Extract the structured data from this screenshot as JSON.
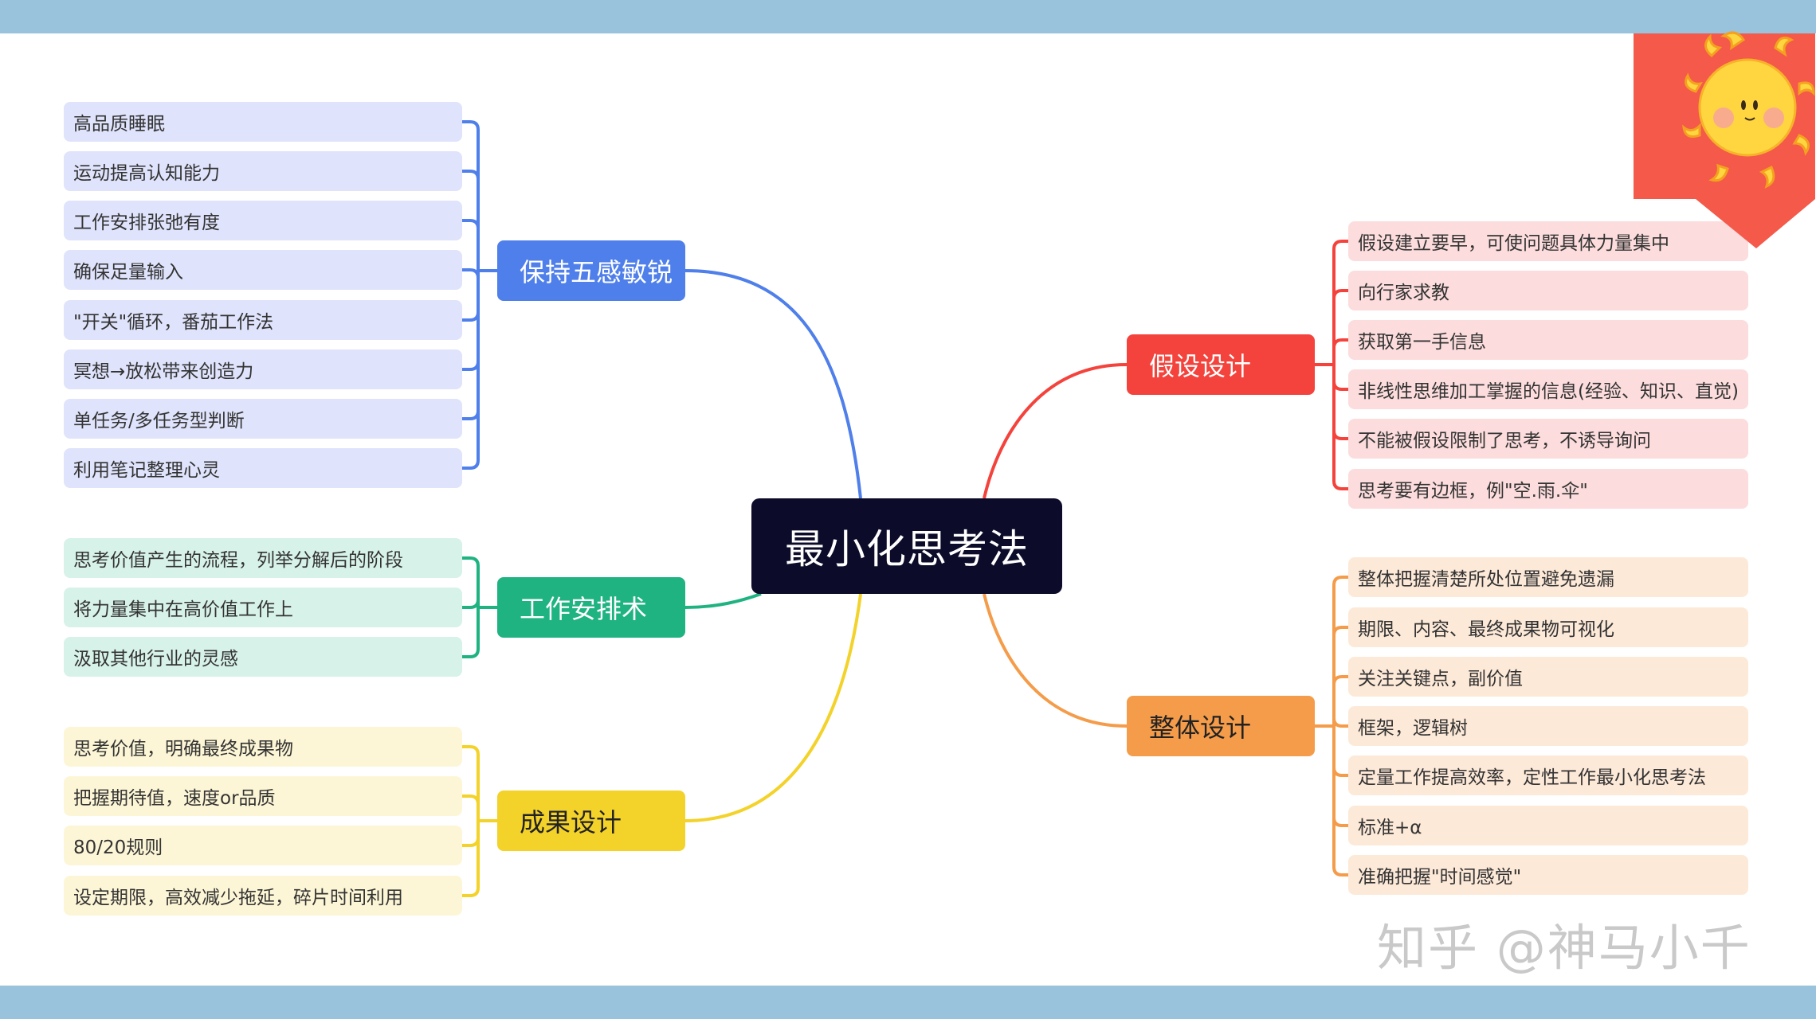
{
  "root": {
    "label": "最小化思考法"
  },
  "branches": [
    {
      "key": "senses",
      "label": "保持五感敏锐",
      "color": "#4f7fea",
      "leaf_bg": "#dfe3fb",
      "leaves": [
        "高品质睡眠",
        "运动提高认知能力",
        "工作安排张弛有度",
        "确保足量输入",
        "\"开关\"循环，番茄工作法",
        "冥想→放松带来创造力",
        "单任务/多任务型判断",
        "利用笔记整理心灵"
      ]
    },
    {
      "key": "work",
      "label": "工作安排术",
      "color": "#1fb382",
      "leaf_bg": "#d7f2e8",
      "leaves": [
        "思考价值产生的流程，列举分解后的阶段",
        "将力量集中在高价值工作上",
        "汲取其他行业的灵感"
      ]
    },
    {
      "key": "result",
      "label": "成果设计",
      "color": "#f3d22a",
      "leaf_bg": "#fdf6d6",
      "leaves": [
        "思考价值，明确最终成果物",
        "把握期待值，速度or品质",
        "80/20规则",
        "设定期限，高效减少拖延，碎片时间利用"
      ]
    },
    {
      "key": "hypothesis",
      "label": "假设设计",
      "color": "#f4433c",
      "leaf_bg": "#fcdcdc",
      "leaves": [
        "假设建立要早，可使问题具体力量集中",
        "向行家求教",
        "获取第一手信息",
        "非线性思维加工掌握的信息(经验、知识、直觉)",
        "不能被假设限制了思考，不诱导询问",
        "思考要有边框，例\"空.雨.伞\""
      ]
    },
    {
      "key": "overall",
      "label": "整体设计",
      "color": "#f49c4a",
      "leaf_bg": "#fde9d8",
      "leaves": [
        "整体把握清楚所处位置避免遗漏",
        "期限、内容、最终成果物可视化",
        "关注关键点，副价值",
        "框架，逻辑树",
        "定量工作提高效率，定性工作最小化思考法",
        "标准+α",
        "准确把握\"时间感觉\""
      ]
    }
  ],
  "watermark": "知乎 @神马小千",
  "sticker": {
    "icon": "sun-face-icon",
    "bg": "#f4594a",
    "sun": "#ffd640"
  }
}
